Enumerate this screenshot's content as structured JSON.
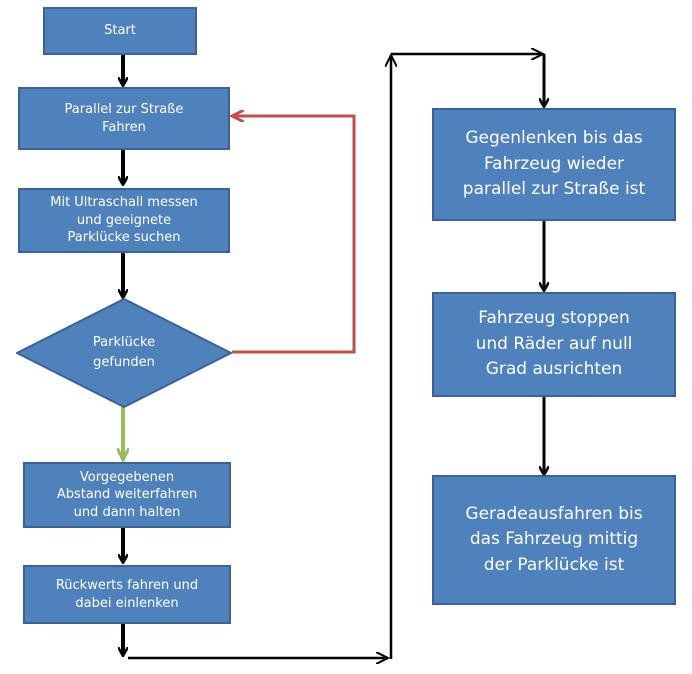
{
  "diagram": {
    "type": "flowchart",
    "colors": {
      "box_fill": "#4f81bd",
      "box_border": "#3a6395",
      "arrow_default": "#000000",
      "arrow_loop_no": "#c0504d",
      "arrow_yes": "#9bbb59"
    },
    "nodes": [
      {
        "id": "start",
        "shape": "rect",
        "label": "Start"
      },
      {
        "id": "drive-parallel",
        "shape": "rect",
        "label": "Parallel zur Straße\nFahren"
      },
      {
        "id": "measure",
        "shape": "rect",
        "label": "Mit Ultraschall messen\nund geeignete\nParklücke suchen"
      },
      {
        "id": "decision",
        "shape": "diamond",
        "label": "Parklücke\ngefunden"
      },
      {
        "id": "drive-distance",
        "shape": "rect",
        "label": "Vorgegebenen\nAbstand weiterfahren\nund dann halten"
      },
      {
        "id": "reverse",
        "shape": "rect",
        "label": "Rückwerts fahren und\ndabei einlenken"
      },
      {
        "id": "countersteer",
        "shape": "rect",
        "label": "Gegenlenken bis das\nFahrzeug wieder\nparallel zur Straße ist"
      },
      {
        "id": "stop",
        "shape": "rect",
        "label": "Fahrzeug stoppen\nund Räder auf null\nGrad ausrichten"
      },
      {
        "id": "straight",
        "shape": "rect",
        "label": "Geradeausfahren bis\ndas Fahrzeug mittig\nder Parklücke ist"
      }
    ],
    "edges": [
      {
        "from": "start",
        "to": "drive-parallel",
        "color": "black"
      },
      {
        "from": "drive-parallel",
        "to": "measure",
        "color": "black"
      },
      {
        "from": "measure",
        "to": "decision",
        "color": "black"
      },
      {
        "from": "decision",
        "to": "drive-parallel",
        "color": "red",
        "meaning": "not found (loop back)"
      },
      {
        "from": "decision",
        "to": "drive-distance",
        "color": "green",
        "meaning": "found"
      },
      {
        "from": "drive-distance",
        "to": "reverse",
        "color": "black"
      },
      {
        "from": "reverse",
        "to": "countersteer",
        "color": "black"
      },
      {
        "from": "countersteer",
        "to": "stop",
        "color": "black"
      },
      {
        "from": "stop",
        "to": "straight",
        "color": "black"
      }
    ]
  }
}
